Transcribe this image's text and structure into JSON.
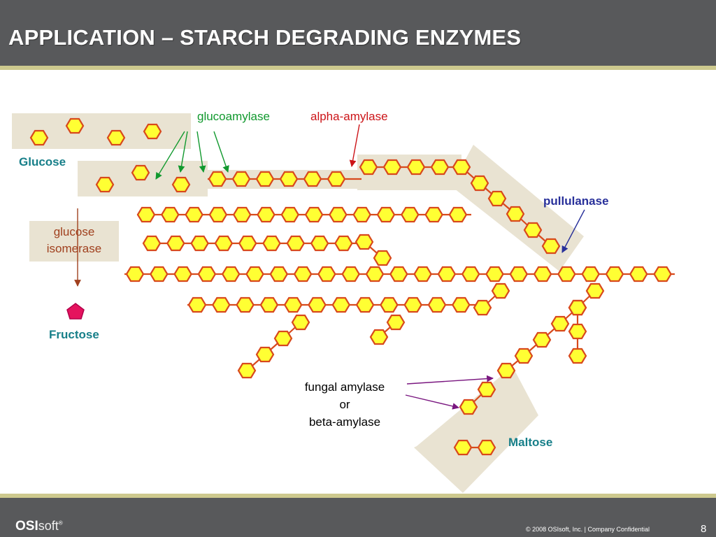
{
  "title": "APPLICATION – STARCH DEGRADING ENZYMES",
  "labels": {
    "glucoamylase": "glucoamylase",
    "alpha_amylase": "alpha-amylase",
    "glucose": "Glucose",
    "glucose_isomerase_line1": "glucose",
    "glucose_isomerase_line2": "isomerase",
    "fructose": "Fructose",
    "pullulanase": "pullulanase",
    "fungal_line1": "fungal amylase",
    "fungal_line2": "or",
    "fungal_line3": "beta-amylase",
    "maltose": "Maltose"
  },
  "colors": {
    "header_bg": "#58595b",
    "accent_band": "#cdc98e",
    "hexagon_fill": "#ffff33",
    "hexagon_stroke": "#d8491c",
    "highlight_box": "#e9e3d2",
    "glucoamylase": "#11992e",
    "alpha_amylase": "#cc1418",
    "pullulanase": "#28309a",
    "fungal_amylase": "#7a1780",
    "teal_label": "#177f89",
    "fructose": "#e5135e"
  },
  "footer": {
    "logo_bold": "OSI",
    "logo_light": "soft",
    "logo_mark": "®",
    "copyright": "© 2008 OSIsoft, Inc.  |  Company Confidential",
    "page_number": "8"
  }
}
